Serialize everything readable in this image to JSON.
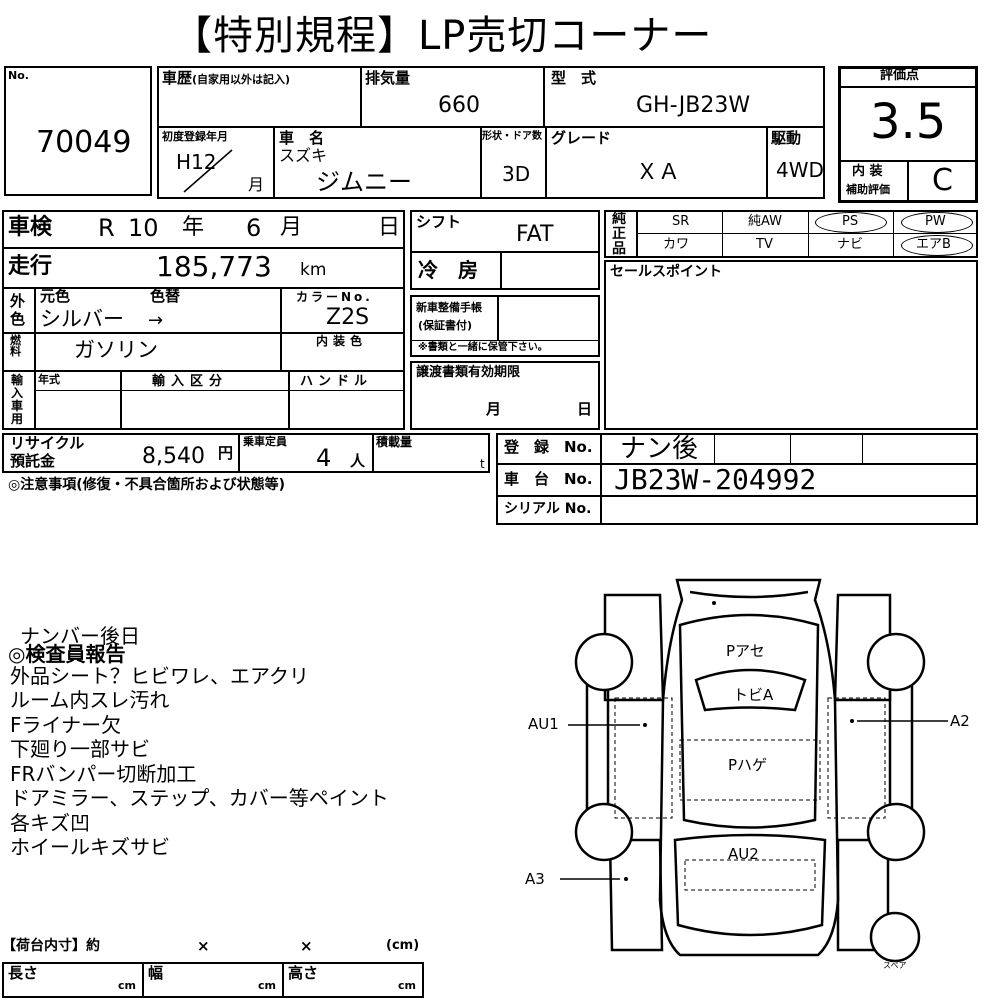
{
  "title": "【特別規程】LP売切コーナー",
  "header": {
    "no_label": "No.",
    "lot_no": "70049",
    "history_label": "車歴",
    "history_note": "(自家用以外は記入)",
    "displacement_label": "排気量",
    "displacement": "660",
    "model_label": "型　式",
    "model": "GH-JB23W",
    "first_reg_label": "初度登録年月",
    "first_reg_year": "H12",
    "first_reg_month_unit": "月",
    "car_name_label": "車　名",
    "maker": "スズキ",
    "car_name": "ジムニー",
    "shape_doors_label": "形状・ドア数",
    "doors": "3D",
    "grade_label": "グレード",
    "grade": "ＸＡ",
    "drive_label": "駆動",
    "drive": "4WD",
    "score_label": "評価点",
    "score": "3.5",
    "interior_label_1": "内 装",
    "interior_label_2": "補助評価",
    "interior_grade": "C"
  },
  "inspection": {
    "label": "車検",
    "era": "R",
    "year": "10",
    "year_unit": "年",
    "month": "6",
    "month_unit": "月",
    "day_unit": "日"
  },
  "mileage": {
    "label": "走行",
    "value": "185,773",
    "unit": "km"
  },
  "color": {
    "side_label": "外色",
    "orig_label": "元色",
    "change_label": "色替",
    "value": "シルバー",
    "arrow": "→",
    "color_no_label": "カラーNo.",
    "color_no": "Z2S",
    "interior_color_label": "内装色"
  },
  "fuel": {
    "label": "燃料",
    "value": "ガソリン"
  },
  "import": {
    "label": "輸入車用",
    "year_label": "年式",
    "class_label": "輸入区分",
    "handle_label": "ハンドル"
  },
  "shift": {
    "label": "シフト",
    "value": "FAT"
  },
  "aircon": {
    "label": "冷　房"
  },
  "manual": {
    "label_1": "新車整備手帳",
    "label_2": "(保証書付)",
    "note": "※書類と一緒に保管下さい。"
  },
  "transfer": {
    "label": "譲渡書類有効期限",
    "month_unit": "月",
    "day_unit": "日"
  },
  "equipment": {
    "side_label": "純正品",
    "items": [
      "SR",
      "純AW",
      "PS",
      "PW",
      "カワ",
      "TV",
      "ナビ",
      "エアB"
    ]
  },
  "sales_point": {
    "label": "セールスポイント"
  },
  "recycle": {
    "label_1": "リサイクル",
    "label_2": "預託金",
    "value": "8,540",
    "unit": "円",
    "capacity_label": "乗車定員",
    "capacity": "4",
    "capacity_unit": "人",
    "load_label": "積載量",
    "load_unit": "t"
  },
  "registration": {
    "reg_label": "登　録　No.",
    "reg_value": "ナン後",
    "chassis_label": "車　台　No.",
    "chassis_value": "JB23W-204992",
    "serial_label": "シリアル No."
  },
  "notes_label": "◎注意事項(修復・不具合箇所および状態等)",
  "report_lines": [
    "ナンバー後日",
    "◎検査員報告",
    "外品シート？ヒビワレ、エアクリ",
    "ルーム内スレ汚れ",
    "Fライナー欠",
    "下廻り一部サビ",
    "FRバンパー切断加工",
    "ドアミラー、ステップ、カバー等ペイント",
    "各キズ凹",
    "ホイールキズサビ"
  ],
  "diagram": {
    "labels": {
      "p_ase": "Pアセ",
      "tobi": "トビA",
      "p_hage": "Pハゲ",
      "au2": "AU2",
      "au1": "AU1",
      "a2": "A2",
      "a3": "A3",
      "spare": "スペア"
    }
  },
  "cargo": {
    "label": "【荷台内寸】約",
    "x1": "×",
    "x2": "×",
    "unit_label": "(cm)",
    "length_label": "長さ",
    "width_label": "幅",
    "height_label": "高さ",
    "cm": "cm"
  }
}
